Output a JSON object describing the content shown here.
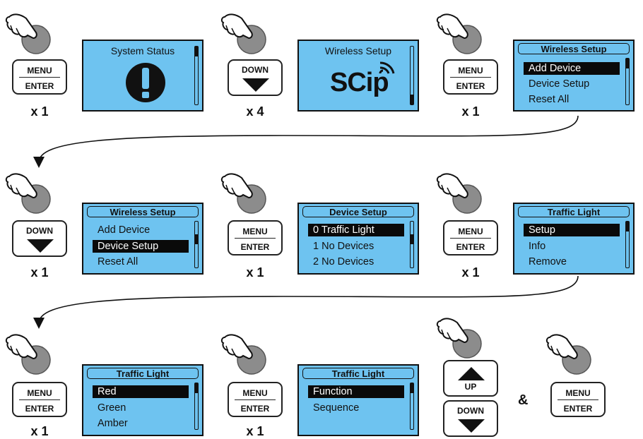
{
  "colors": {
    "screen_bg": "#6ec3f0",
    "highlight": "#0a0a0a",
    "finger_circle": "#8c8c8c"
  },
  "icons": [
    "pressing-finger-icon",
    "exclamation-icon",
    "scip-wireless-logo"
  ],
  "labels": {
    "menu": "MENU",
    "enter": "ENTER",
    "down": "DOWN",
    "up": "UP",
    "x1": "x 1",
    "x4": "x 4",
    "amp": "&"
  },
  "screens": {
    "s1": {
      "title": "System Status"
    },
    "s2": {
      "title": "Wireless Setup",
      "logo": "SCip"
    },
    "s3": {
      "title": "Wireless Setup",
      "items": [
        "Add Device",
        "Device Setup",
        "Reset All"
      ],
      "selected": 0
    },
    "s4": {
      "title": "Wireless Setup",
      "items": [
        "Add Device",
        "Device Setup",
        "Reset All"
      ],
      "selected": 1
    },
    "s5": {
      "title": "Device Setup",
      "items": [
        "0 Traffic Light",
        "1 No Devices",
        "2 No Devices"
      ],
      "selected": 0
    },
    "s6": {
      "title": "Traffic Light",
      "items": [
        "Setup",
        "Info",
        "Remove"
      ],
      "selected": 0
    },
    "s7": {
      "title": "Traffic Light",
      "items": [
        "Red",
        "Green",
        "Amber"
      ],
      "selected": 0
    },
    "s8": {
      "title": "Traffic Light",
      "items": [
        "Function",
        "Sequence"
      ],
      "selected": 0
    }
  }
}
